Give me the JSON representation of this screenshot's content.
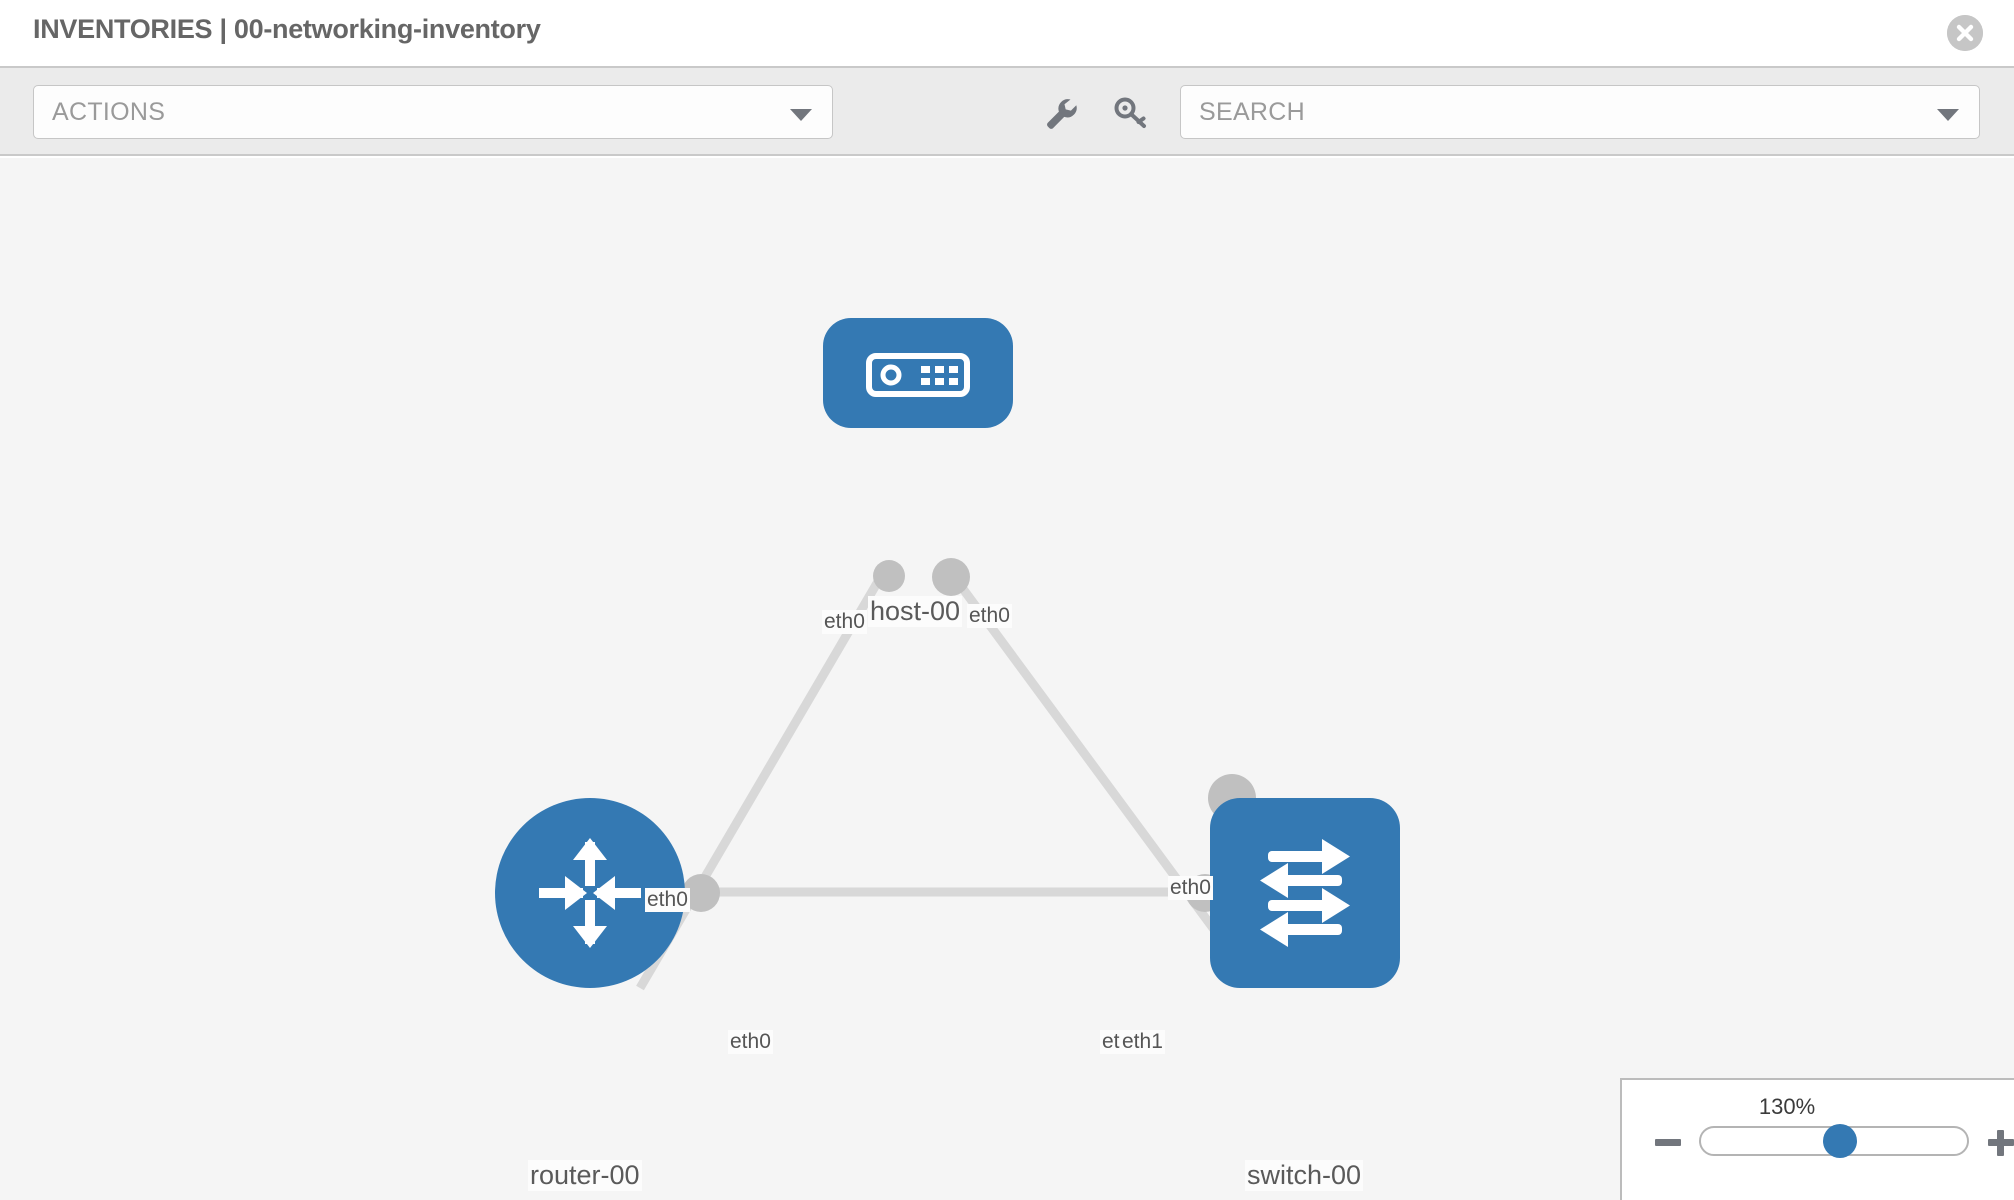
{
  "header": {
    "title": "INVENTORIES | 00-networking-inventory",
    "close_icon": "close-circle-icon"
  },
  "toolbar": {
    "actions_label": "ACTIONS",
    "actions_caret_icon": "chevron-down-icon",
    "wrench_icon": "wrench-icon",
    "key_icon": "key-icon",
    "search_placeholder": "SEARCH",
    "search_caret_icon": "chevron-down-icon"
  },
  "topology": {
    "accent_color": "#3479b3",
    "link_color": "#d8d8d8",
    "endpoint_color": "#c0c0c0",
    "nodes": [
      {
        "id": "host-00",
        "label": "host-00",
        "type": "host",
        "icon": "server-icon"
      },
      {
        "id": "router-00",
        "label": "router-00",
        "type": "router",
        "icon": "router-arrows-icon"
      },
      {
        "id": "switch-00",
        "label": "switch-00",
        "type": "switch",
        "icon": "switch-arrows-icon"
      }
    ],
    "link_labels": {
      "host_left": "eth0",
      "host_right": "eth0",
      "router_up": "eth0",
      "switch_up": "eth0",
      "router_right": "eth0",
      "switch_left_a": "eth",
      "switch_left_b": "eth1"
    }
  },
  "zoom": {
    "value": "130%",
    "minus_label": "−",
    "plus_label": "+"
  }
}
